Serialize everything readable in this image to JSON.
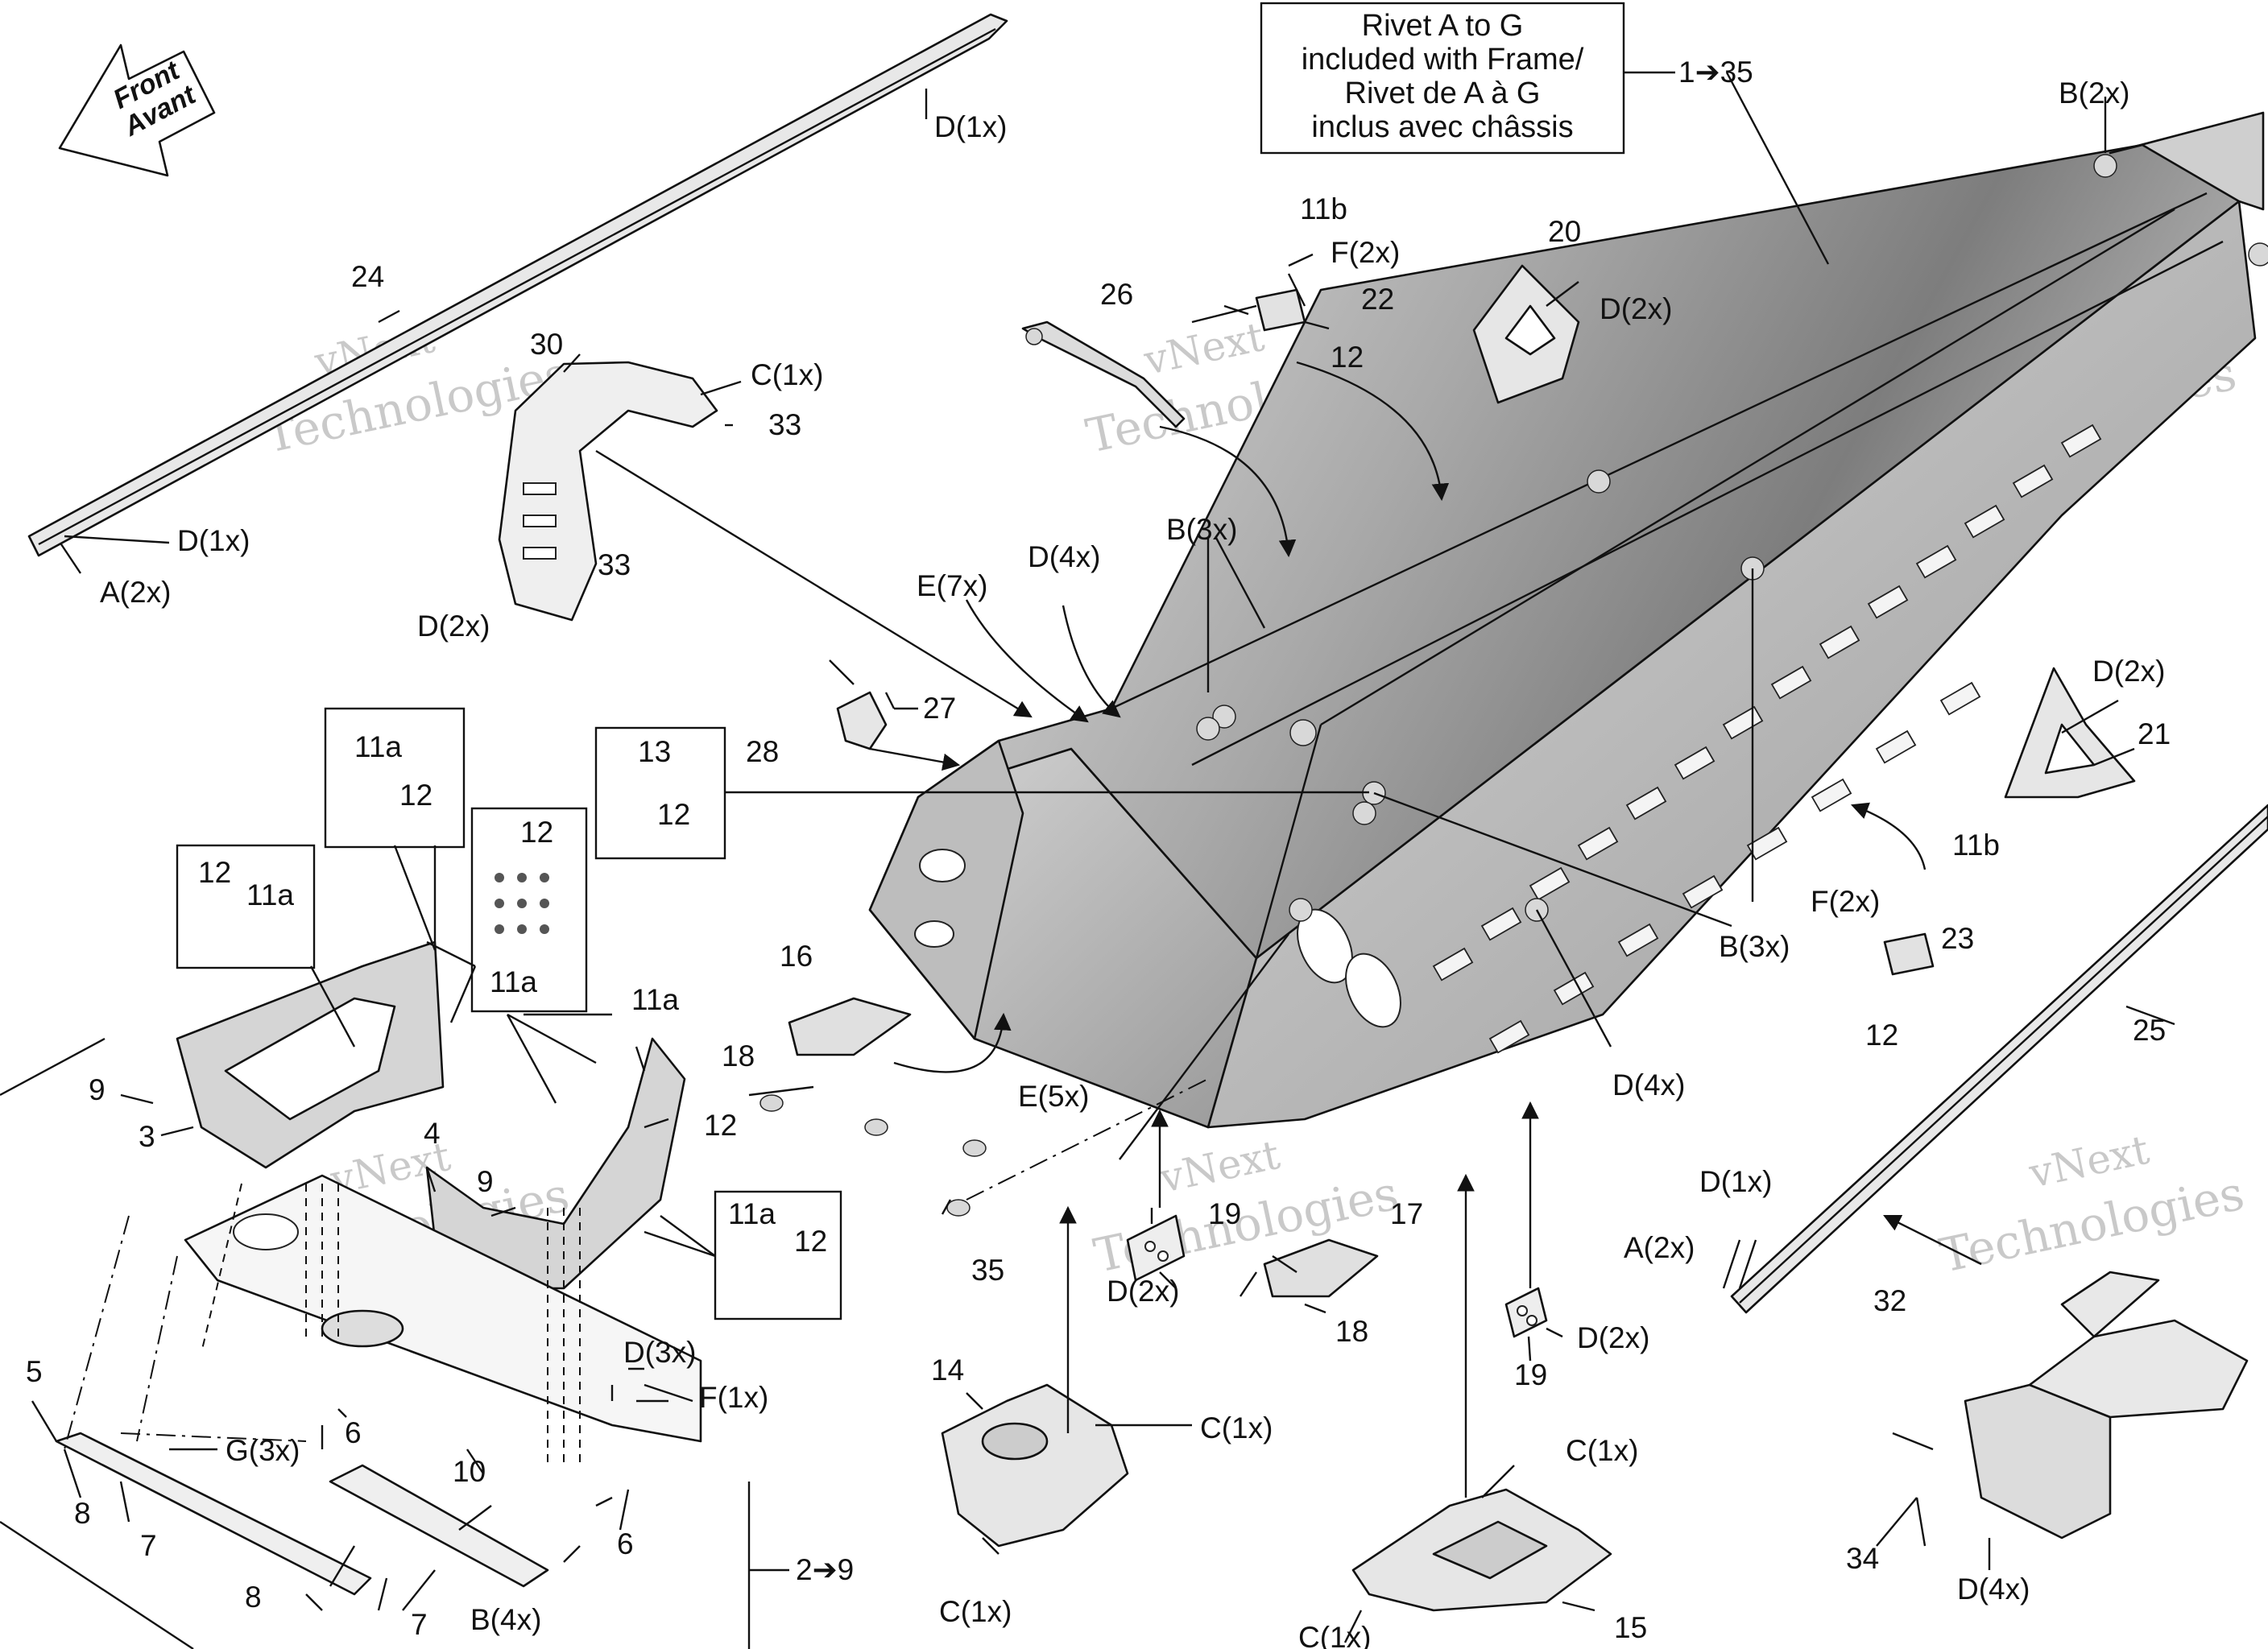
{
  "note_box": {
    "line1": "Rivet A to G",
    "line2": "included with Frame/",
    "line3": "Rivet de A à G",
    "line4": "inclus avec châssis",
    "ref": "1➔35"
  },
  "front_arrow": {
    "line1": "Front",
    "line2": "Avant"
  },
  "watermark": {
    "line1": "vNext",
    "line2": "Technologies"
  },
  "range_label": "2➔9",
  "callouts": [
    {
      "text": "D(1x)"
    },
    {
      "text": "24"
    },
    {
      "text": "D(1x)"
    },
    {
      "text": "A(2x)"
    },
    {
      "text": "30"
    },
    {
      "text": "C(1x)"
    },
    {
      "text": "33"
    },
    {
      "text": "33"
    },
    {
      "text": "D(2x)"
    },
    {
      "text": "26"
    },
    {
      "text": "11b"
    },
    {
      "text": "F(2x)"
    },
    {
      "text": "22"
    },
    {
      "text": "12"
    },
    {
      "text": "20"
    },
    {
      "text": "D(2x)"
    },
    {
      "text": "B(2x)"
    },
    {
      "text": "B(3x)"
    },
    {
      "text": "D(4x)"
    },
    {
      "text": "E(7x)"
    },
    {
      "text": "27"
    },
    {
      "text": "28"
    },
    {
      "text": "13"
    },
    {
      "text": "12"
    },
    {
      "text": "11a"
    },
    {
      "text": "12"
    },
    {
      "text": "12"
    },
    {
      "text": "11a"
    },
    {
      "text": "12"
    },
    {
      "text": "11a"
    },
    {
      "text": "D(2x)"
    },
    {
      "text": "21"
    },
    {
      "text": "11b"
    },
    {
      "text": "F(2x)"
    },
    {
      "text": "23"
    },
    {
      "text": "12"
    },
    {
      "text": "B(3x)"
    },
    {
      "text": "25"
    },
    {
      "text": "16"
    },
    {
      "text": "18"
    },
    {
      "text": "E(5x)"
    },
    {
      "text": "D(4x)"
    },
    {
      "text": "9"
    },
    {
      "text": "3"
    },
    {
      "text": "4"
    },
    {
      "text": "9"
    },
    {
      "text": "11a"
    },
    {
      "text": "12"
    },
    {
      "text": "11a"
    },
    {
      "text": "12"
    },
    {
      "text": "35"
    },
    {
      "text": "19"
    },
    {
      "text": "17"
    },
    {
      "text": "D(2x)"
    },
    {
      "text": "18"
    },
    {
      "text": "D(1x)"
    },
    {
      "text": "A(2x)"
    },
    {
      "text": "32"
    },
    {
      "text": "D(3x)"
    },
    {
      "text": "F(1x)"
    },
    {
      "text": "5"
    },
    {
      "text": "6"
    },
    {
      "text": "G(3x)"
    },
    {
      "text": "8"
    },
    {
      "text": "7"
    },
    {
      "text": "10"
    },
    {
      "text": "6"
    },
    {
      "text": "8"
    },
    {
      "text": "7"
    },
    {
      "text": "B(4x)"
    },
    {
      "text": "14"
    },
    {
      "text": "C(1x)"
    },
    {
      "text": "C(1x)"
    },
    {
      "text": "19"
    },
    {
      "text": "D(2x)"
    },
    {
      "text": "C(1x)"
    },
    {
      "text": "15"
    },
    {
      "text": "C(1x)"
    },
    {
      "text": "34"
    },
    {
      "text": "D(4x)"
    }
  ]
}
